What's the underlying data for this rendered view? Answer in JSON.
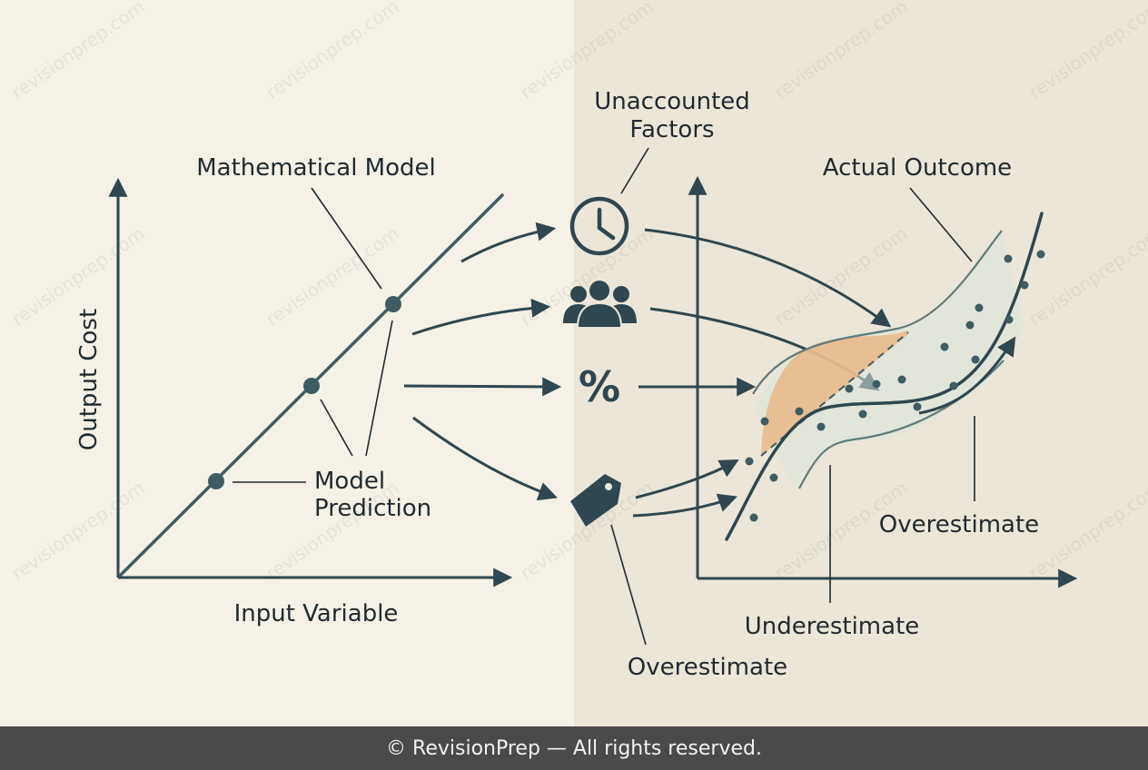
{
  "colors": {
    "background_left": "#f5f1e6",
    "background_right": "#ece6d8",
    "ink": "#2e4750",
    "text": "#1f2a30",
    "shaded_area": "#e8b886",
    "footer_bg": "#4a4a4a"
  },
  "watermark": "revisionprep.com",
  "left_chart": {
    "y_axis_label": "Output Cost",
    "x_axis_label": "Input Variable",
    "line_label": "Mathematical Model",
    "points_label_line1": "Model",
    "points_label_line2": "Prediction"
  },
  "factors": {
    "title_line1": "Unaccounted",
    "title_line2": "Factors",
    "icons": [
      "clock-icon",
      "people-icon",
      "percent-icon",
      "price-tag-icon"
    ],
    "percent_symbol": "%",
    "bottom_label": "Overestimate"
  },
  "right_chart": {
    "actual_label": "Actual Outcome",
    "under_label": "Underestimate",
    "over_label": "Overestimate"
  },
  "footer": {
    "text": "© RevisionPrep — All rights reserved."
  }
}
